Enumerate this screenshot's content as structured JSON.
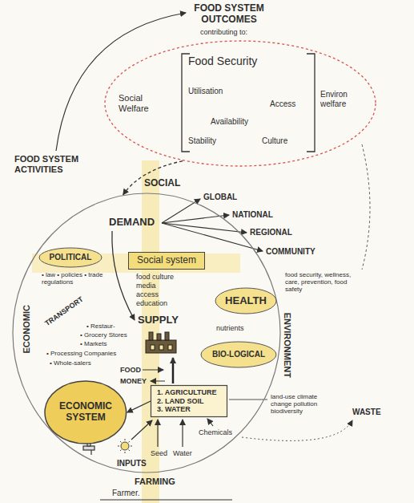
{
  "diagram": {
    "nodes": [
      {
        "text": [
          "Social Welfare"
        ]
      },
      {
        "text": [
          "Food Security",
          "Utilisation",
          "Access",
          "Availability",
          "Stability",
          "Culture"
        ],
        "in": 0
      },
      {
        "text": [
          "SOCIAL",
          "ECONOMIC",
          "ENVIRONMENT",
          "FARMING"
        ]
      },
      {
        "text": [
          "POLITICAL"
        ],
        "in": 2
      },
      {
        "text": [
          "Social system"
        ],
        "in": 2
      },
      {
        "text": [
          "HEALTH"
        ],
        "in": 2
      },
      {
        "text": [
          "BIO-LOGICAL"
        ],
        "in": 2
      },
      {
        "text": [
          "ECONOMIC SYSTEM"
        ],
        "in": 2
      },
      {
        "text": [
          "1. AGRICULTURE",
          "2. LAND SOIL",
          "3. WATER"
        ],
        "in": 2
      }
    ],
    "edges": [
      {
        "from": 0,
        "to": 2,
        "arrow": "to"
      },
      {
        "from": 8,
        "to": 7,
        "arrow": "to"
      }
    ],
    "labels": [
      "FOOD SYSTEM OUTCOMES",
      "contributing to:",
      "Environ welfare",
      "FOOD SYSTEM ACTIVITIES",
      "DEMAND",
      "GLOBAL",
      "NATIONAL",
      "REGIONAL",
      "COMMUNITY",
      "• law • policies • trade regulations",
      "food culture",
      "media",
      "access",
      "education",
      "food security, wellness, care, prevention, food safety",
      "SUPPLY",
      "nutrients",
      "TRANSPORT",
      "• Restaur-",
      "• Grocery Stores",
      "• Markets",
      "• Processing Companies",
      "• Whole-salers",
      "FOOD",
      "MONEY",
      "land-use climate change pollution biodiversity",
      "WASTE",
      "Seed",
      "Water",
      "Chemicals",
      "INPUTS",
      "Farmer."
    ]
  }
}
